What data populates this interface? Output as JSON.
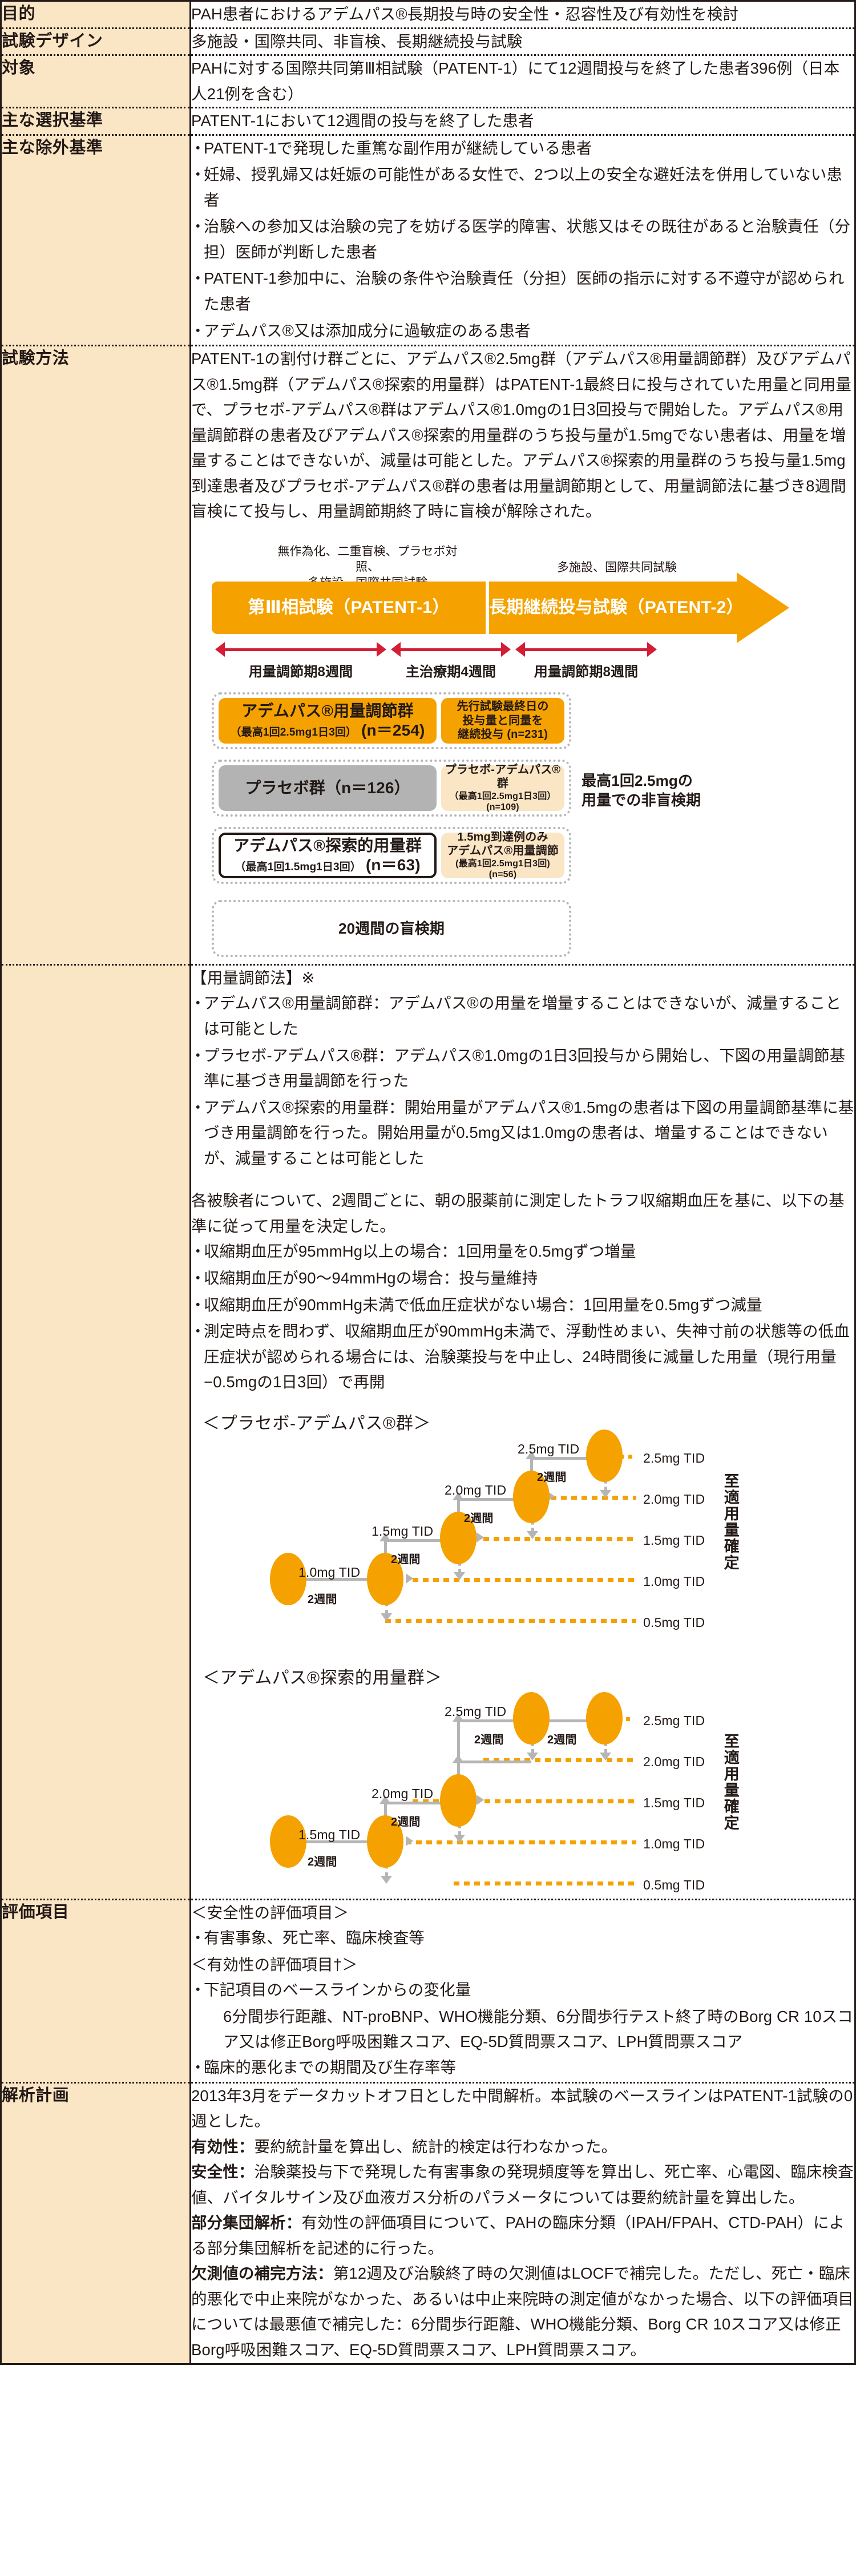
{
  "colors": {
    "label_bg": "#FAE5C5",
    "border": "#231916",
    "accent_orange": "#F5A200",
    "accent_red": "#D31E36",
    "grey": "#B3B3B3",
    "dotted_grey": "#B5B5B6"
  },
  "rows": {
    "purpose": {
      "label": "目的",
      "text": "PAH患者におけるアデムパス®長期投与時の安全性・忍容性及び有効性を検討"
    },
    "design": {
      "label": "試験デザイン",
      "text": "多施設・国際共同、非盲検、長期継続投与試験"
    },
    "subjects": {
      "label": "対象",
      "text": "PAHに対する国際共同第Ⅲ相試験（PATENT-1）にて12週間投与を終了した患者396例（日本人21例を含む）"
    },
    "inclusion": {
      "label": "主な選択基準",
      "text": "PATENT-1において12週間の投与を終了した患者"
    },
    "exclusion": {
      "label": "主な除外基準",
      "items": [
        "PATENT-1で発現した重篤な副作用が継続している患者",
        "妊婦、授乳婦又は妊娠の可能性がある女性で、2つ以上の安全な避妊法を併用していない患者",
        "治験への参加又は治験の完了を妨げる医学的障害、状態又はその既往があると治験責任（分担）医師が判断した患者",
        "PATENT-1参加中に、治験の条件や治験責任（分担）医師の指示に対する不遵守が認められた患者",
        "アデムパス®又は添加成分に過敏症のある患者"
      ]
    },
    "method": {
      "label": "試験方法",
      "paragraph": "PATENT-1の割付け群ごとに、アデムパス®2.5mg群（アデムパス®用量調節群）及びアデムパス®1.5mg群（アデムパス®探索的用量群）はPATENT-1最終日に投与されていた用量と同用量で、プラセボ-アデムパス®群はアデムパス®1.0mgの1日3回投与で開始した。アデムパス®用量調節群の患者及びアデムパス®探索的用量群のうち投与量が1.5mgでない患者は、用量を増量することはできないが、減量は可能とした。アデムパス®探索的用量群のうち投与量1.5mg到達患者及びプラセボ-アデムパス®群の患者は用量調節期として、用量調節法に基づき8週間盲検にて投与し、用量調節期終了時に盲検が解除された。"
    },
    "titration": {
      "label": "",
      "heading": "【用量調節法】※",
      "items": [
        "アデムパス®用量調節群：アデムパス®の用量を増量することはできないが、減量することは可能とした",
        "プラセボ-アデムパス®群：アデムパス®1.0mgの1日3回投与から開始し、下図の用量調節基準に基づき用量調節を行った",
        "アデムパス®探索的用量群：開始用量がアデムパス®1.5mgの患者は下図の用量調節基準に基づき用量調節を行った。開始用量が0.5mg又は1.0mgの患者は、増量することはできないが、減量することは可能とした"
      ],
      "criteria_intro": "各被験者について、2週間ごとに、朝の服薬前に測定したトラフ収縮期血圧を基に、以下の基準に従って用量を決定した。",
      "criteria": [
        "収縮期血圧が95mmHg以上の場合：1回用量を0.5mgずつ増量",
        "収縮期血圧が90〜94mmHgの場合：投与量維持",
        "収縮期血圧が90mmHg未満で低血圧症状がない場合：1回用量を0.5mgずつ減量",
        "測定時点を問わず、収縮期血圧が90mmHg未満で、浮動性めまい、失神寸前の状態等の低血圧症状が認められる場合には、治験薬投与を中止し、24時間後に減量した用量（現行用量−0.5mgの1日3回）で再開"
      ]
    },
    "endpoints": {
      "label": "評価項目",
      "safety_heading": "＜安全性の評価項目＞",
      "safety_items": [
        "有害事象、死亡率、臨床検査等"
      ],
      "efficacy_heading": "＜有効性の評価項目†＞",
      "efficacy_items": [
        "下記項目のベースラインからの変化量",
        "臨床的悪化までの期間及び生存率等"
      ],
      "efficacy_detail": "6分間歩行距離、NT-proBNP、WHO機能分類、6分間歩行テスト終了時のBorg CR 10スコア又は修正Borg呼吸困難スコア、EQ-5D質問票スコア、LPH質問票スコア"
    },
    "analysis": {
      "label": "解析計画",
      "paragraphs": [
        "2013年3月をデータカットオフ日とした中間解析。本試験のベースラインはPATENT-1試験の0週とした。"
      ],
      "labeled": [
        {
          "head": "有効性：",
          "body": "要約統計量を算出し、統計的検定は行わなかった。"
        },
        {
          "head": "安全性：",
          "body": "治験薬投与下で発現した有害事象の発現頻度等を算出し、死亡率、心電図、臨床検査値、バイタルサイン及び血液ガス分析のパラメータについては要約統計量を算出した。"
        },
        {
          "head": "部分集団解析：",
          "body": "有効性の評価項目について、PAHの臨床分類（IPAH/FPAH、CTD-PAH）による部分集団解析を記述的に行った。"
        },
        {
          "head": "欠測値の補完方法：",
          "body": "第12週及び治験終了時の欠測値はLOCFで補完した。ただし、死亡・臨床的悪化で中止来院がなかった、あるいは中止来院時の測定値がなかった場合、以下の評価項目については最悪値で補完した：6分間歩行距離、WHO機能分類、Borg CR 10スコア又は修正Borg呼吸困難スコア、EQ-5D質問票スコア、LPH質問票スコア。"
        }
      ]
    }
  },
  "design_diagram": {
    "caption_left": "無作為化、二重盲検、プラセボ対照、\n多施設、国際共同試験",
    "caption_right": "多施設、国際共同試験",
    "phase_left": "第Ⅲ相試験（PATENT-1）",
    "phase_right": "長期継続投与試験（PATENT-2）",
    "periods": [
      "用量調節期8週間",
      "主治療期4週間",
      "用量調節期8週間"
    ],
    "arms": [
      {
        "main_title": "アデムパス®用量調節群",
        "main_sub": "（最高1回2.5mg1日3回）",
        "main_n": "(n＝254)",
        "side_lines": [
          "先行試験最終日の",
          "投与量と同量を",
          "継続投与 (n=231)"
        ]
      },
      {
        "main_title": "プラセボ群（n＝126）",
        "main_sub": "",
        "main_n": "",
        "side_lines": [
          "プラセボ-アデムパス®群",
          "（最高1回2.5mg1日3回）",
          "(n=109)"
        ]
      },
      {
        "main_title": "アデムパス®探索的用量群",
        "main_sub": "（最高1回1.5mg1日3回）",
        "main_n": "(n＝63)",
        "side_lines": [
          "1.5mg到達例のみ",
          "アデムパス®用量調節",
          "(最高1回2.5mg1日3回) (n=56)"
        ]
      }
    ],
    "note_right": "最高1回2.5mgの\n用量での非盲検期",
    "blind_box": "20週間の盲検期"
  },
  "chart_data": [
    {
      "type": "line",
      "title": "＜プラセボ-アデムパス®群＞",
      "xlabel": "",
      "ylabel": "",
      "right_axis_label": "至適用量確定",
      "dose_levels": [
        "2.5mg TID",
        "2.0mg TID",
        "1.5mg TID",
        "1.0mg TID",
        "0.5mg TID"
      ],
      "start_dose": "1.0mg TID",
      "step_interval": "2週間",
      "steps": [
        {
          "from": "1.0mg TID",
          "to": "1.5mg TID",
          "interval": "2週間"
        },
        {
          "from": "1.5mg TID",
          "to": "2.0mg TID",
          "interval": "2週間"
        },
        {
          "from": "2.0mg TID",
          "to": "2.5mg TID",
          "interval": "2週間"
        }
      ],
      "node_labels": [
        "1.0mg TID",
        "1.5mg TID",
        "2.0mg TID",
        "2.5mg TID"
      ],
      "interval_labels": [
        "2週間",
        "2週間",
        "2週間",
        "2週間"
      ]
    },
    {
      "type": "line",
      "title": "＜アデムパス®探索的用量群＞",
      "xlabel": "",
      "ylabel": "",
      "right_axis_label": "至適用量確定",
      "dose_levels": [
        "2.5mg TID",
        "2.0mg TID",
        "1.5mg TID",
        "1.0mg TID",
        "0.5mg TID"
      ],
      "start_dose": "1.5mg TID",
      "step_interval": "2週間",
      "steps": [
        {
          "from": "1.5mg TID",
          "to": "2.0mg TID",
          "interval": "2週間"
        },
        {
          "from": "2.0mg TID",
          "to": "2.5mg TID",
          "interval": "2週間"
        },
        {
          "from": "2.5mg TID",
          "to": "2.5mg TID",
          "interval": "2週間"
        }
      ],
      "node_labels": [
        "1.5mg TID",
        "2.0mg TID",
        "2.5mg TID"
      ],
      "interval_labels": [
        "2週間",
        "2週間",
        "2週間",
        "2週間"
      ]
    }
  ]
}
